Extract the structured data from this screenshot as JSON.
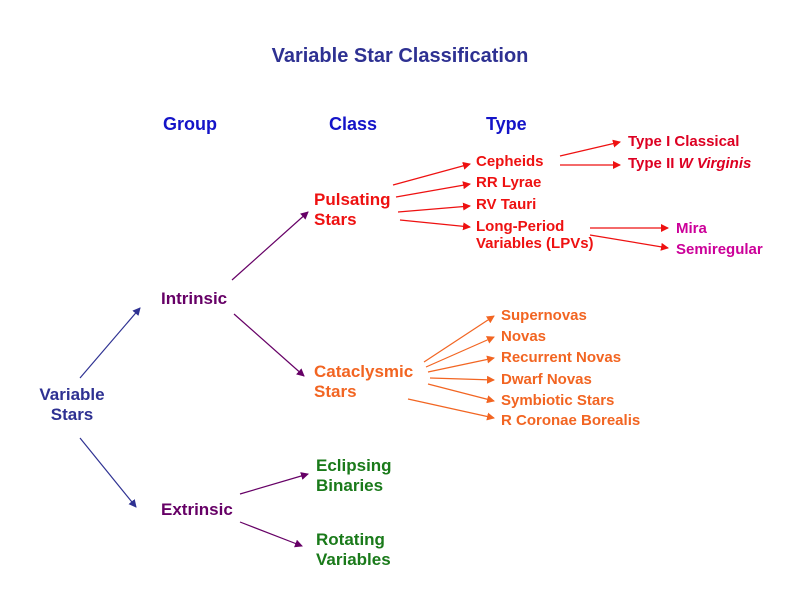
{
  "colors": {
    "title": "#2e3192",
    "header": "#1414c8",
    "root": "#2e3192",
    "group": "#660066",
    "pulsating": "#ee1111",
    "cataclysmic": "#f26522",
    "extrinsic_class": "#1a7a1a",
    "cepheid_subtype": "#dd0022",
    "lpv_subtype": "#cc0099"
  },
  "title": "Variable Star Classification",
  "headers": {
    "group": "Group",
    "class": "Class",
    "type": "Type"
  },
  "root": {
    "line1": "Variable",
    "line2": "Stars"
  },
  "groups": {
    "intrinsic": "Intrinsic",
    "extrinsic": "Extrinsic"
  },
  "classes": {
    "pulsating": {
      "line1": "Pulsating",
      "line2": "Stars"
    },
    "cataclysmic": {
      "line1": "Cataclysmic",
      "line2": "Stars"
    },
    "eclipsing": {
      "line1": "Eclipsing",
      "line2": "Binaries"
    },
    "rotating": {
      "line1": "Rotating",
      "line2": "Variables"
    }
  },
  "pulsating_types": {
    "cepheids": "Cepheids",
    "rr_lyrae": "RR Lyrae",
    "rv_tauri": "RV Tauri",
    "lpv_line1": "Long-Period",
    "lpv_line2": "Variables (LPVs)"
  },
  "cepheid_subtypes": {
    "type1": "Type I Classical",
    "type2_prefix": "Type II ",
    "type2_name": "W Virginis"
  },
  "lpv_subtypes": {
    "mira": "Mira",
    "semiregular": "Semiregular"
  },
  "cataclysmic_types": [
    "Supernovas",
    "Novas",
    "Recurrent Novas",
    "Dwarf Novas",
    "Symbiotic Stars",
    "R Coronae Borealis"
  ]
}
